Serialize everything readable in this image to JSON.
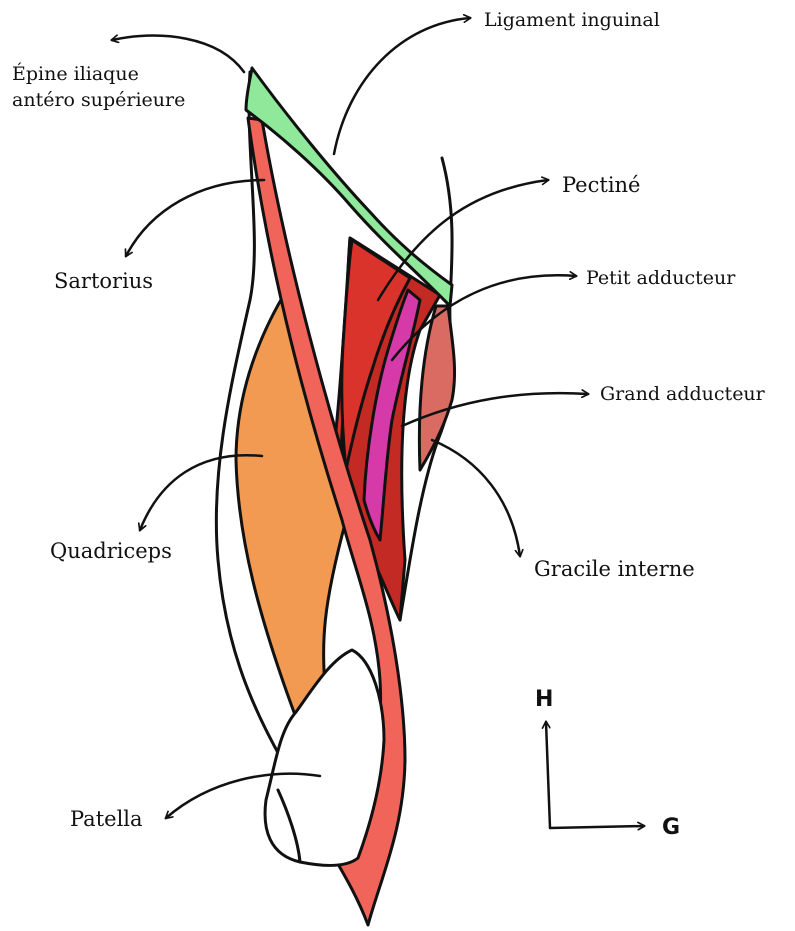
{
  "labels": {
    "epine_line1": "Épine iliaque",
    "epine_line2": "antéro supérieure",
    "ligament_inguinal": "Ligament inguinal",
    "pectine": "Pectiné",
    "petit_adducteur": "Petit adducteur",
    "grand_adducteur": "Grand adducteur",
    "gracile_interne": "Gracile interne",
    "sartorius": "Sartorius",
    "quadriceps": "Quadriceps",
    "patella": "Patella"
  },
  "orientation": {
    "up": "H",
    "right": "G"
  },
  "colors": {
    "ligament": "#90e89a",
    "sartorius": "#f0645a",
    "quadriceps": "#f29a52",
    "pectine": "#d9332c",
    "petit_adducteur": "#d63aa8",
    "grand_adducteur": "#c42a24",
    "gracile": "#d96b63",
    "outline": "#111111"
  }
}
